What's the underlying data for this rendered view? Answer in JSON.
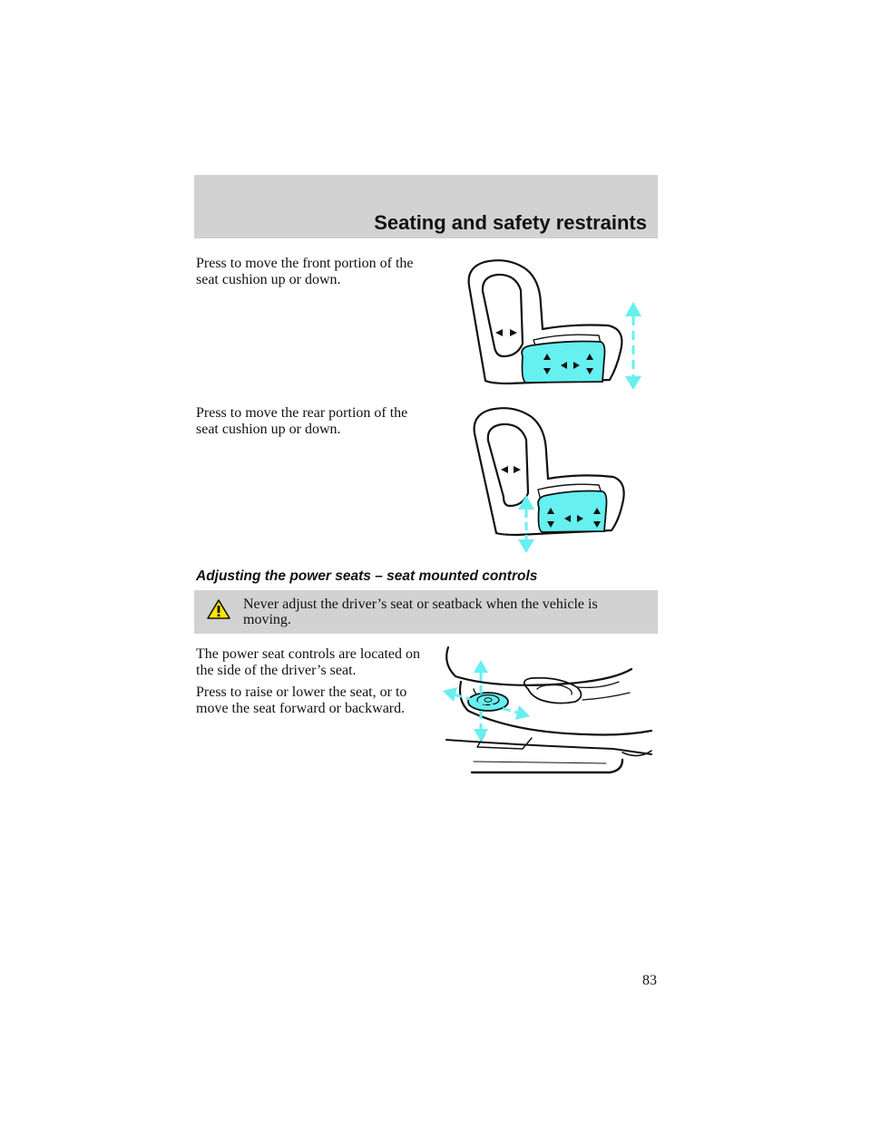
{
  "header": {
    "title": "Seating and safety restraints"
  },
  "front_cushion": {
    "text": "Press to move the front portion of the seat cushion up or down."
  },
  "rear_cushion": {
    "text": "Press to move the rear portion of the seat cushion up or down."
  },
  "section": {
    "heading": "Adjusting the power seats – seat mounted controls"
  },
  "warning": {
    "text": "Never adjust the driver’s seat or seatback when the vehicle is moving."
  },
  "controls_location": {
    "text": "The power seat controls are located on the side of the driver’s seat."
  },
  "raise_lower": {
    "text": "Press to raise or lower the seat, or to move the seat forward or backward."
  },
  "page_number": "83",
  "colors": {
    "band": "#d2d2d2",
    "accent": "#66f0f0",
    "warning_icon": "#ffe600"
  },
  "icons": [
    "warning-triangle-icon",
    "seat-illustration",
    "power-seat-control-illustration"
  ]
}
